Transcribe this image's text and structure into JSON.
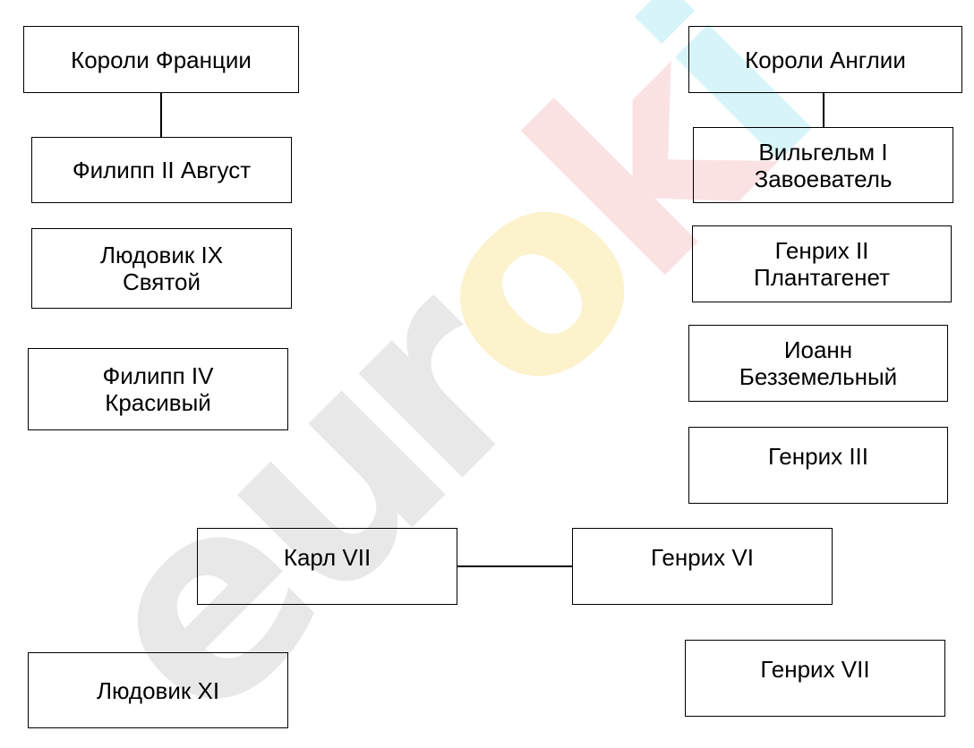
{
  "watermark": {
    "letters": [
      "e",
      "u",
      "r",
      "o",
      "k",
      "i"
    ],
    "colors": {
      "e": "#9a9a9a",
      "u": "#9a9a9a",
      "r": "#9a9a9a",
      "o": "#f5c518",
      "k": "#f08080",
      "i": "#4fd0e0",
      "dot": "#9a9a9a"
    }
  },
  "france": {
    "header": "Короли Франции",
    "kings": {
      "philip2": [
        "Филипп II Август"
      ],
      "louis9": [
        "Людовик IX",
        "Святой"
      ],
      "philip4": [
        "Филипп IV",
        "Красивый"
      ],
      "charles7": [
        "Карл VII"
      ],
      "louis11": [
        "Людовик XI"
      ]
    }
  },
  "england": {
    "header": "Короли Англии",
    "kings": {
      "william1": [
        "Вильгельм I",
        "Завоеватель"
      ],
      "henry2": [
        "Генрих II",
        "Плантагенет"
      ],
      "john": [
        "Иоанн",
        "Безземельный"
      ],
      "henry3": [
        "Генрих III"
      ],
      "henry6": [
        "Генрих VI"
      ],
      "henry7": [
        "Генрих VII"
      ]
    }
  }
}
